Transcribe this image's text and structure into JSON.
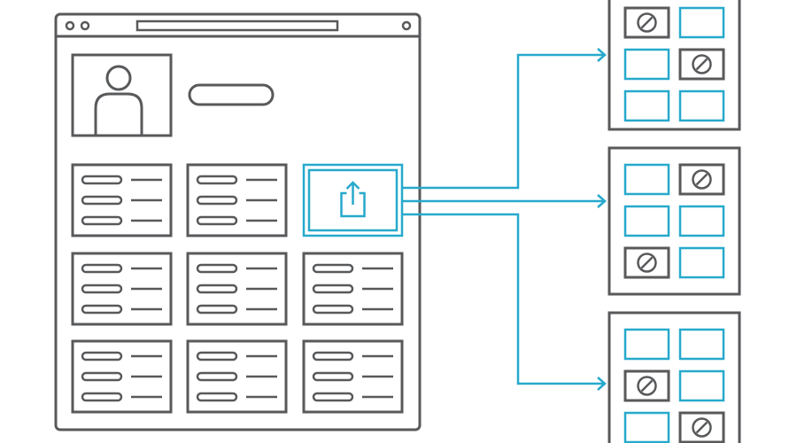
{
  "colors": {
    "outline": "#58595b",
    "accent": "#27a9cc",
    "background": "#ffffff"
  },
  "browser": {
    "window_buttons": [
      "circle",
      "circle",
      "circle"
    ],
    "profile_icon": "person-icon",
    "cards": [
      {
        "type": "text-lines",
        "lines": 3
      },
      {
        "type": "text-lines",
        "lines": 3
      },
      {
        "type": "share",
        "icon": "share-upload-icon",
        "highlighted": true
      },
      {
        "type": "text-lines",
        "lines": 3
      },
      {
        "type": "text-lines",
        "lines": 3
      },
      {
        "type": "text-lines",
        "lines": 3
      },
      {
        "type": "text-lines",
        "lines": 3
      },
      {
        "type": "text-lines",
        "lines": 3
      },
      {
        "type": "text-lines",
        "lines": 3
      }
    ]
  },
  "targets": [
    {
      "cells": [
        "blocked",
        "open",
        "open",
        "blocked",
        "open",
        "open"
      ]
    },
    {
      "cells": [
        "open",
        "blocked",
        "open",
        "open",
        "blocked",
        "open"
      ]
    },
    {
      "cells": [
        "open",
        "open",
        "blocked",
        "open",
        "open",
        "blocked"
      ]
    }
  ],
  "icons": {
    "blocked_cell": "prohibited-icon",
    "share": "share-upload-icon",
    "arrow": "arrow-right-icon"
  }
}
